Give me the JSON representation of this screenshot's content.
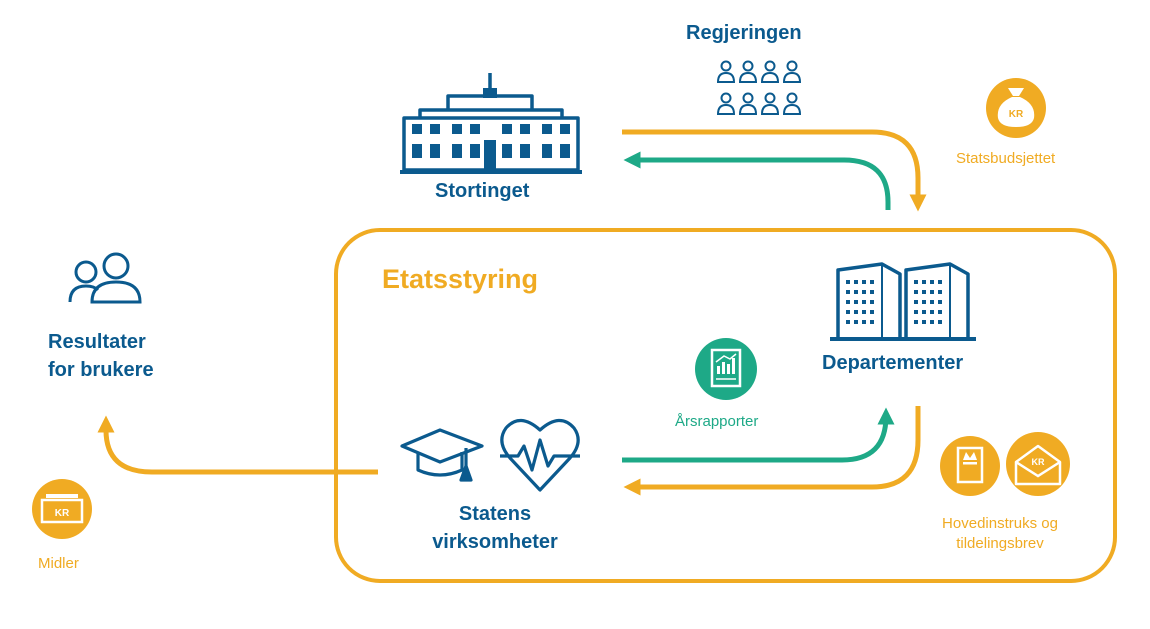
{
  "colors": {
    "blue": "#0b5a8e",
    "orange": "#f0ab23",
    "green": "#1ea987",
    "white": "#ffffff"
  },
  "labels": {
    "regjeringen": "Regjeringen",
    "stortinget": "Stortinget",
    "statsbudsjettet": "Statsbudsjettet",
    "etatsstyring": "Etatsstyring",
    "departementer": "Departementer",
    "arsrapporter": "Årsrapporter",
    "resultater_line1": "Resultater",
    "resultater_line2": "for brukere",
    "statens_line1": "Statens",
    "statens_line2": "virksomheter",
    "hovedinstruks_line1": "Hovedinstruks og",
    "hovedinstruks_line2": "tildelingsbrev",
    "midler": "Midler",
    "kr_bag": "KR",
    "kr_box": "KR",
    "kr_envelope": "KR"
  },
  "icons": {
    "parliament": "parliament-building-icon",
    "government": "people-group-icon",
    "budget": "money-bag-icon",
    "ministries": "office-buildings-icon",
    "annual_report": "report-chart-icon",
    "users": "users-icon",
    "education": "graduation-cap-icon",
    "health": "heart-pulse-icon",
    "instruction": "document-crown-icon",
    "allocation": "envelope-kr-icon",
    "funds": "money-stack-icon"
  }
}
